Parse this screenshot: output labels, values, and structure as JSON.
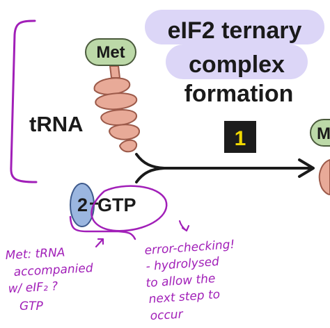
{
  "title": {
    "line1": "eIF2 ternary",
    "line2": "complex",
    "line3": "formation"
  },
  "step_badge": "1",
  "labels": {
    "met_left": "Met",
    "met_right_partial": "M",
    "trna": "tRNA",
    "eif2_number": "2",
    "gtp": "GTP"
  },
  "annotations": {
    "left": [
      "Met: tRNA",
      "accompanied",
      "w/ eIF₂ ?",
      "GTP"
    ],
    "right": [
      "error-checking!",
      "- hydrolysed",
      "to allow the",
      "next step to",
      "occur"
    ]
  },
  "colors": {
    "highlight": "#dcd6f7",
    "met_fill": "#bcd9a8",
    "met_stroke": "#4a5a3c",
    "trna_fill": "#e8aa98",
    "trna_stroke": "#9c5a4a",
    "eif2_fill": "#9bb6e0",
    "eif2_stroke": "#3e5a8c",
    "badge_fill": "#1c1c1c",
    "badge_text": "#f0d800",
    "ink": "#a11fb8"
  }
}
